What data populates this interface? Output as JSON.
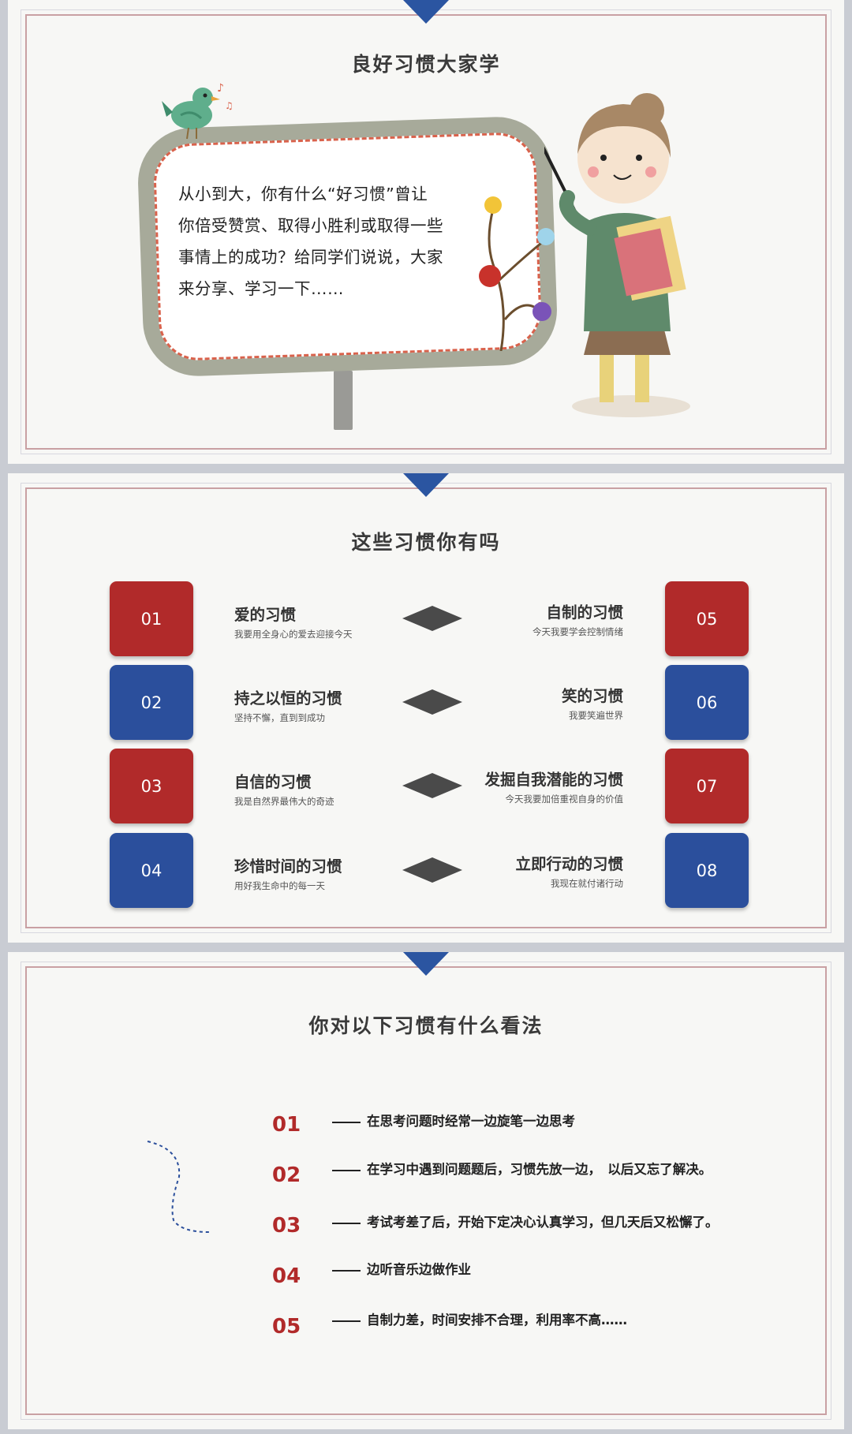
{
  "slide1": {
    "title": "良好习惯大家学",
    "board_lines": [
      "从小到大，你有什么“好习惯”曾让",
      "你倍受赞赏、取得小胜利或取得一些",
      "事情上的成功？给同学们说说，大家",
      "来分享、学习一下……"
    ]
  },
  "slide2": {
    "title": "这些习惯你有吗",
    "items": [
      {
        "num": "01",
        "title": "爱的习惯",
        "sub": "我要用全身心的爱去迎接今天"
      },
      {
        "num": "02",
        "title": "持之以恒的习惯",
        "sub": "坚持不懈，直到到成功"
      },
      {
        "num": "03",
        "title": "自信的习惯",
        "sub": "我是自然界最伟大的奇迹"
      },
      {
        "num": "04",
        "title": "珍惜时间的习惯",
        "sub": "用好我生命中的每一天"
      },
      {
        "num": "05",
        "title": "自制的习惯",
        "sub": "今天我要学会控制情绪"
      },
      {
        "num": "06",
        "title": "笑的习惯",
        "sub": "我要笑遍世界"
      },
      {
        "num": "07",
        "title": "发掘自我潜能的习惯",
        "sub": "今天我要加倍重视自身的价值"
      },
      {
        "num": "08",
        "title": "立即行动的习惯",
        "sub": "我现在就付诸行动"
      }
    ]
  },
  "slide3": {
    "title": "你对以下习惯有什么看法",
    "items": [
      {
        "num": "01",
        "text": "在思考问题时经常一边旋笔一边思考"
      },
      {
        "num": "02",
        "text": "在学习中遇到问题题后，习惯先放一边，　以后又忘了解决。"
      },
      {
        "num": "03",
        "text": "考试考差了后，开始下定决心认真学习，但几天后又松懈了。"
      },
      {
        "num": "04",
        "text": "边听音乐边做作业"
      },
      {
        "num": "05",
        "text": "自制力差，时间安排不合理，利用率不高……"
      }
    ]
  },
  "colors": {
    "red": "#b12a2a",
    "blue": "#2b4f9c",
    "accent_triangle": "#2b55a1",
    "diamond": "#4a4a4a"
  }
}
